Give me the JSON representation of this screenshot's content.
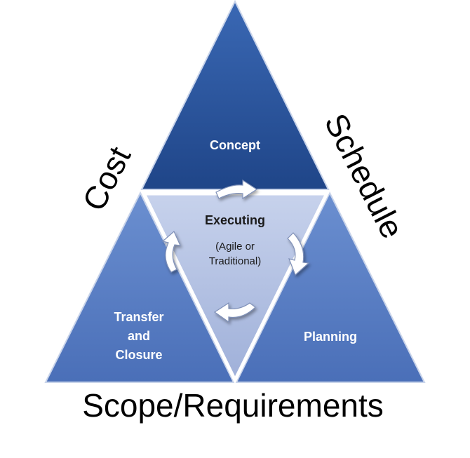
{
  "sides": {
    "left": "Cost",
    "right": "Schedule",
    "bottom": "Scope/Requirements"
  },
  "phases": {
    "top": "Concept",
    "center_title": "Executing",
    "center_sub_line1": "(Agile or",
    "center_sub_line2": "Traditional)",
    "left_line1": "Transfer",
    "left_line2": "and",
    "left_line3": "Closure",
    "right": "Planning"
  },
  "colors": {
    "top": "#2a4f8f",
    "sides": "#4f74bb",
    "center": "#b9c6e4",
    "arrow": "#ffffff"
  }
}
